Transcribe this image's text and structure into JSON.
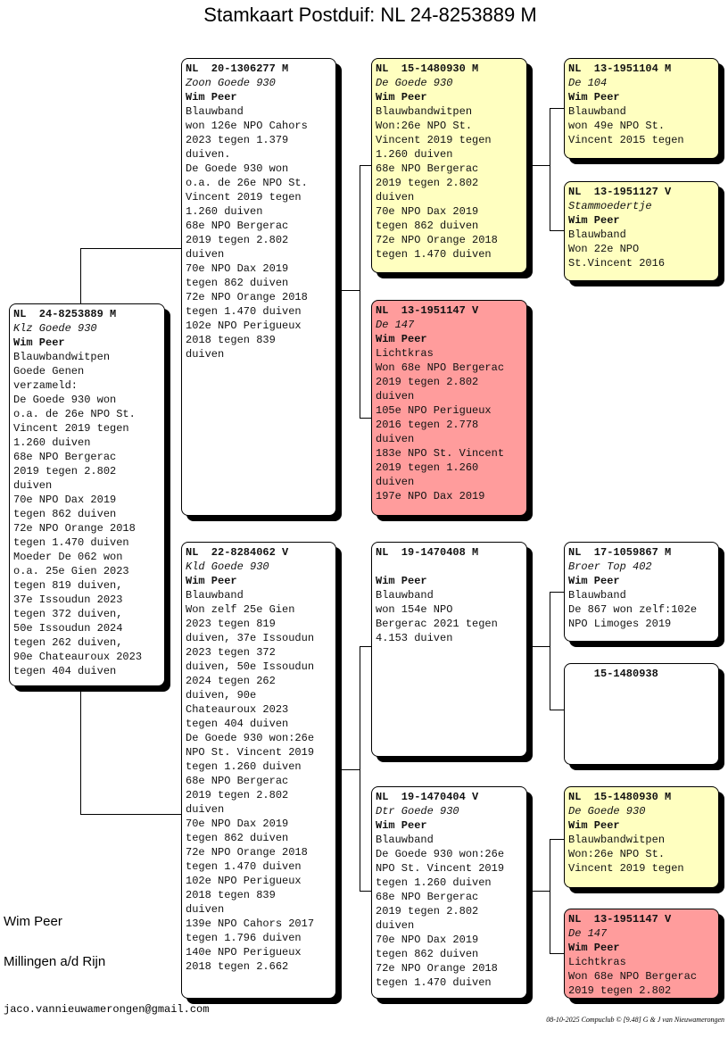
{
  "title": "Stamkaart Postduif: NL  24-8253889 M",
  "birds": {
    "root": {
      "ring": "NL  24-8253889 M",
      "name": "Klz Goede 930",
      "owner": "Wim Peer",
      "lines": [
        "Blauwbandwitpen",
        "Goede Genen",
        "verzameld:",
        "De Goede 930 won",
        "o.a. de 26e NPO St.",
        "Vincent 2019 tegen",
        "1.260 duiven",
        "68e NPO Bergerac",
        "2019 tegen 2.802",
        "duiven",
        "70e NPO Dax 2019",
        "tegen 862 duiven",
        "72e NPO Orange 2018",
        "tegen 1.470 duiven",
        "Moeder De 062 won",
        "o.a. 25e Gien 2023",
        "tegen 819 duiven,",
        "37e Issoudun 2023",
        "tegen 372 duiven,",
        "50e Issoudun 2024",
        "tegen 262 duiven,",
        "90e Chateauroux 2023",
        "tegen 404 duiven"
      ]
    },
    "sire": {
      "ring": "NL  20-1306277 M",
      "name": "Zoon Goede 930",
      "owner": "Wim Peer",
      "lines": [
        "Blauwband",
        "won 126e NPO Cahors",
        "2023 tegen 1.379",
        "duiven.",
        "De Goede 930 won",
        "o.a. de 26e NPO St.",
        "Vincent 2019 tegen",
        "1.260 duiven",
        "68e NPO Bergerac",
        "2019 tegen 2.802",
        "duiven",
        "70e NPO Dax 2019",
        "tegen 862 duiven",
        "72e NPO Orange 2018",
        "tegen 1.470 duiven",
        "102e NPO Perigueux",
        "2018 tegen 839",
        "duiven"
      ]
    },
    "dam": {
      "ring": "NL  22-8284062 V",
      "name": "Kld Goede 930",
      "owner": "Wim Peer",
      "lines": [
        "Blauwband",
        "Won zelf 25e Gien",
        "2023 tegen 819",
        "duiven, 37e Issoudun",
        "2023 tegen 372",
        "duiven, 50e Issoudun",
        "2024 tegen 262",
        "duiven, 90e",
        "Chateauroux 2023",
        "tegen 404 duiven",
        "De Goede 930 won:26e",
        "NPO St. Vincent 2019",
        "tegen 1.260 duiven",
        "68e NPO Bergerac",
        "2019 tegen 2.802",
        "duiven",
        "70e NPO Dax 2019",
        "tegen 862 duiven",
        "72e NPO Orange 2018",
        "tegen 1.470 duiven",
        "102e NPO Perigueux",
        "2018 tegen 839",
        "duiven",
        "139e NPO Cahors 2017",
        "tegen 1.796 duiven",
        "140e NPO Perigueux",
        "2018 tegen 2.662"
      ]
    },
    "ss": {
      "ring": "NL  15-1480930 M",
      "name": "De Goede 930",
      "owner": "Wim Peer",
      "lines": [
        "Blauwbandwitpen",
        "Won:26e NPO St.",
        "Vincent 2019 tegen",
        "1.260 duiven",
        "68e NPO Bergerac",
        "2019 tegen 2.802",
        "duiven",
        "70e NPO Dax 2019",
        "tegen 862 duiven",
        "72e NPO Orange 2018",
        "tegen 1.470 duiven"
      ]
    },
    "sd": {
      "ring": "NL  13-1951147 V",
      "name": "De 147",
      "owner": "Wim Peer",
      "lines": [
        "Lichtkras",
        "Won 68e NPO Bergerac",
        "2019 tegen 2.802",
        "duiven",
        "105e NPO Perigueux",
        "2016 tegen 2.778",
        "duiven",
        "183e NPO St. Vincent",
        "2019 tegen 1.260",
        "duiven",
        "197e NPO Dax 2019"
      ]
    },
    "ds": {
      "ring": "NL  19-1470408 M",
      "name": "",
      "owner": "Wim Peer",
      "lines": [
        "Blauwband",
        "won 154e NPO",
        "Bergerac 2021 tegen",
        "4.153 duiven"
      ]
    },
    "dd": {
      "ring": "NL  19-1470404 V",
      "name": "Dtr Goede 930",
      "owner": "Wim Peer",
      "lines": [
        "Blauwband",
        "De Goede 930 won:26e",
        "NPO St. Vincent 2019",
        "tegen 1.260 duiven",
        "68e NPO Bergerac",
        "2019 tegen 2.802",
        "duiven",
        "70e NPO Dax 2019",
        "tegen 862 duiven",
        "72e NPO Orange 2018",
        "tegen 1.470 duiven"
      ]
    },
    "sss": {
      "ring": "NL  13-1951104 M",
      "name": "De 104",
      "owner": "Wim Peer",
      "lines": [
        "Blauwband",
        "won 49e NPO St.",
        "Vincent 2015 tegen"
      ]
    },
    "ssd": {
      "ring": "NL  13-1951127 V",
      "name": "Stammoedertje",
      "owner": "Wim Peer",
      "lines": [
        "Blauwband",
        "Won 22e NPO",
        "St.Vincent 2016"
      ]
    },
    "dss": {
      "ring": "NL  17-1059867 M",
      "name": "Broer Top 402",
      "owner": "Wim Peer",
      "lines": [
        "Blauwband",
        "De 867 won zelf:102e",
        "NPO Limoges 2019"
      ]
    },
    "dsd": {
      "ring": "    15-1480938",
      "lines": []
    },
    "dds": {
      "ring": "NL  15-1480930 M",
      "name": "De Goede 930",
      "owner": "Wim Peer",
      "lines": [
        "Blauwbandwitpen",
        "Won:26e NPO St.",
        "Vincent 2019 tegen"
      ]
    },
    "ddd": {
      "ring": "NL  13-1951147 V",
      "name": "De 147",
      "owner": "Wim Peer",
      "lines": [
        "Lichtkras",
        "Won 68e NPO Bergerac",
        "2019 tegen 2.802"
      ]
    }
  },
  "owner_block": {
    "name": "Wim Peer",
    "city": "Millingen a/d Rijn",
    "email": "jaco.vannieuwamerongen@gmail.com"
  },
  "footer": "08-10-2025   Compuclub © [9.48]  G & J van Nieuwamerongen",
  "colors": {
    "highlight_yellow": "#ffffc0",
    "highlight_red": "#ff9c9c"
  }
}
